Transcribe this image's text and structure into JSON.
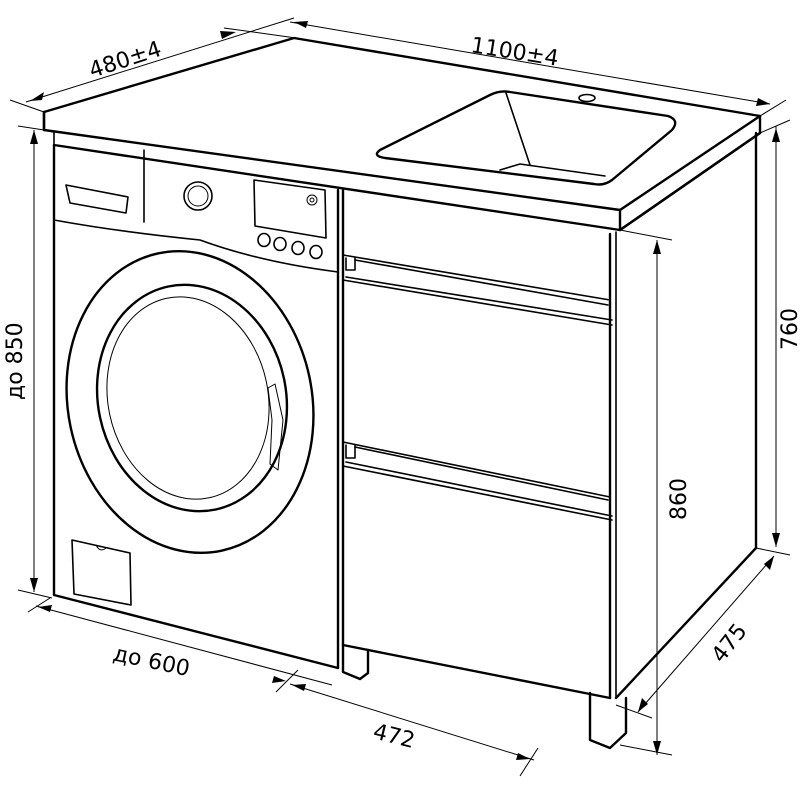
{
  "diagram": {
    "type": "technical-dimension-drawing",
    "subject": "vanity cabinet with countertop sink and washing machine niche",
    "colors": {
      "line": "#000000",
      "background": "#ffffff"
    }
  },
  "dimensions": {
    "depth_top": "480±4",
    "width_top": "1100±4",
    "washer_height": "до 850",
    "cabinet_height": "760",
    "total_height": "860",
    "cabinet_depth": "475",
    "washer_width": "до 600",
    "cabinet_width": "472"
  },
  "components": {
    "countertop": "countertop",
    "sink": "sink-basin",
    "faucet_hole": "faucet-hole",
    "washing_machine": "washing-machine",
    "drawers": [
      "upper-drawer",
      "middle-drawer",
      "lower-drawer"
    ],
    "legs": [
      "front-left-leg",
      "front-right-leg",
      "rear-right-leg"
    ]
  }
}
